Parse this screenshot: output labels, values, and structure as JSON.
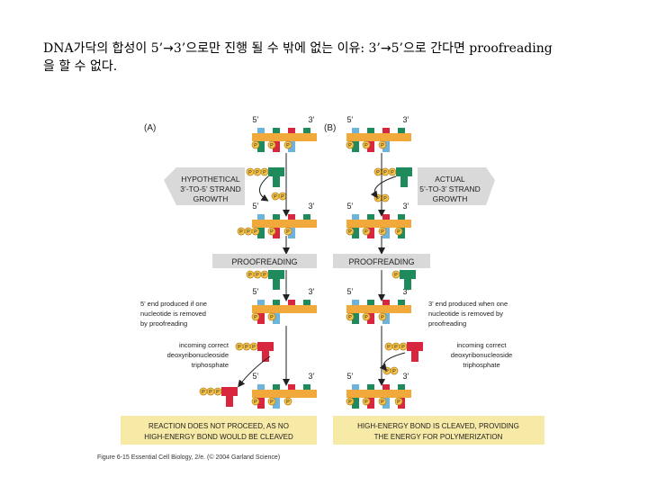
{
  "slide": {
    "title_part1": "DNA가닥의 합성이 5’",
    "title_part2": "3’으로만 진행 될 수 밖에 없는 이유: 3’",
    "title_part3": "5’으로 간다면 proofreading",
    "title_line2": "을 할 수 없다."
  },
  "figure": {
    "panel_a_label": "(A)",
    "panel_b_label": "(B)",
    "end5": "5’",
    "end3": "3’",
    "p": "P",
    "hypothetical_box": [
      "HYPOTHETICAL",
      "3’-TO-5’ STRAND",
      "GROWTH"
    ],
    "actual_box": [
      "ACTUAL",
      "5’-TO-3’ STRAND",
      "GROWTH"
    ],
    "proofreading": "PROOFREADING",
    "left_note_removed": [
      "5’ end produced if one",
      "nucleotide is removed",
      "by proofreading"
    ],
    "right_note_removed": [
      "3’ end produced when one",
      "nucleotide is removed by",
      "proofreading"
    ],
    "incoming_note": [
      "incoming correct",
      "deoxyribonucleoside",
      "triphosphate"
    ],
    "result_left": [
      "REACTION DOES NOT PROCEED, AS NO",
      "HIGH-ENERGY BOND WOULD BE CLEAVED"
    ],
    "result_right": [
      "HIGH-ENERGY BOND IS CLEAVED, PROVIDING",
      "THE ENERGY FOR POLYMERIZATION"
    ],
    "caption": "Figure 6-15  Essential Cell Biology, 2/e. (© 2004 Garland Science)"
  },
  "colors": {
    "backbone": "#f2a93b",
    "phosphate": "#f6c54a",
    "base_blue": "#6cb4dc",
    "base_green": "#1f8a5b",
    "base_red": "#d7263d",
    "label_box": "#d9d9d9",
    "result_box": "#f7e9a6"
  }
}
